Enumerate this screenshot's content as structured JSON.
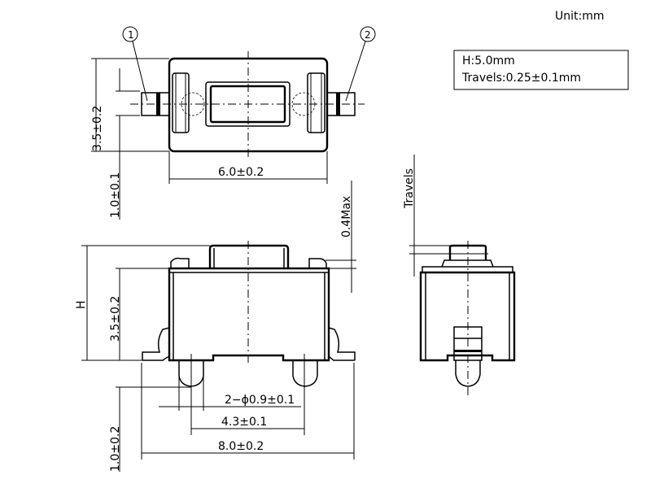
{
  "unit_label": "Unit:mm",
  "spec_box": {
    "height": "H:5.0mm",
    "travel": "Travels:0.25±0.1mm"
  },
  "balloons": {
    "terminal_1": "①",
    "terminal_2": "②"
  },
  "top_view": {
    "height_dim": "3.5±0.2",
    "terminal_width_dim": "1.0±0.1",
    "width_dim": "6.0±0.2",
    "button_height_dim": "0.4Max"
  },
  "front_view": {
    "overall_height_dim": "H",
    "body_height_dim": "3.5±0.2",
    "peg_length_dim": "1.0±0.2",
    "peg_diameter_dim": "2−ϕ0.9±0.1",
    "peg_pitch_dim": "4.3±0.1",
    "overall_width_dim": "8.0±0.2"
  },
  "side_view": {
    "travel_dim": "Travels"
  }
}
